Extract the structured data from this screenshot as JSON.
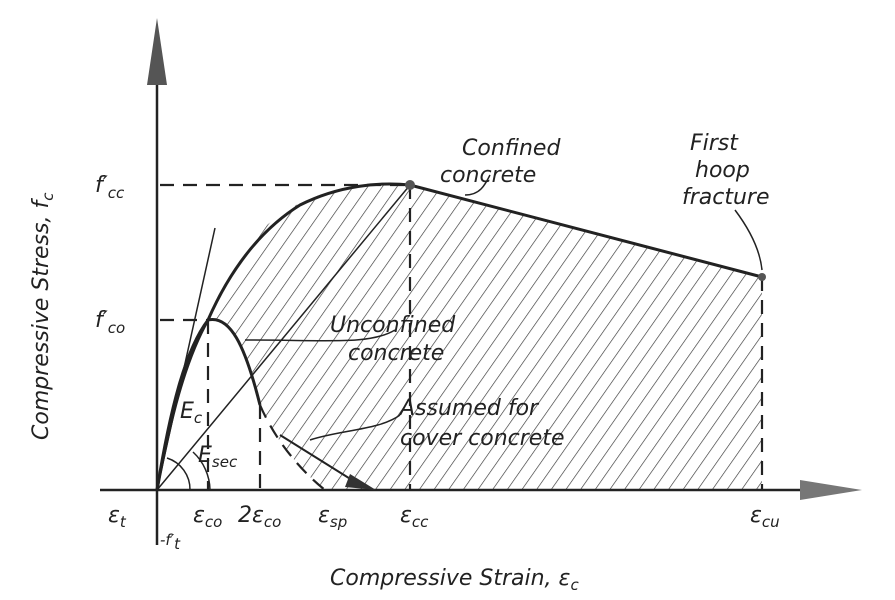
{
  "axes": {
    "y_label": "Compressive Stress, f",
    "y_label_sub": "c",
    "x_label": "Compressive Strain, ε",
    "x_label_sub": "c"
  },
  "stress_ticks": [
    {
      "main": "f′",
      "sub": "cc"
    },
    {
      "main": "f′",
      "sub": "co"
    },
    {
      "main": "-f′",
      "sub": "t"
    }
  ],
  "strain_ticks": [
    {
      "main": "ε",
      "sub": "t"
    },
    {
      "main": "ε",
      "sub": "co"
    },
    {
      "main": "2ε",
      "sub": "co"
    },
    {
      "main": "ε",
      "sub": "sp"
    },
    {
      "main": "ε",
      "sub": "cc"
    },
    {
      "main": "ε",
      "sub": "cu"
    }
  ],
  "annotations": {
    "confined_1": "Confined",
    "confined_2": "concrete",
    "fracture_1": "First",
    "fracture_2": "hoop",
    "fracture_3": "fracture",
    "unconfined_1": "Unconfined",
    "unconfined_2": "concrete",
    "cover_1": "Assumed for",
    "cover_2": "cover concrete",
    "ec_main": "E",
    "ec_sub": "c",
    "esec_main": "E",
    "esec_sub": "sec"
  },
  "colors": {
    "ink": "#222222",
    "background": "#ffffff"
  }
}
